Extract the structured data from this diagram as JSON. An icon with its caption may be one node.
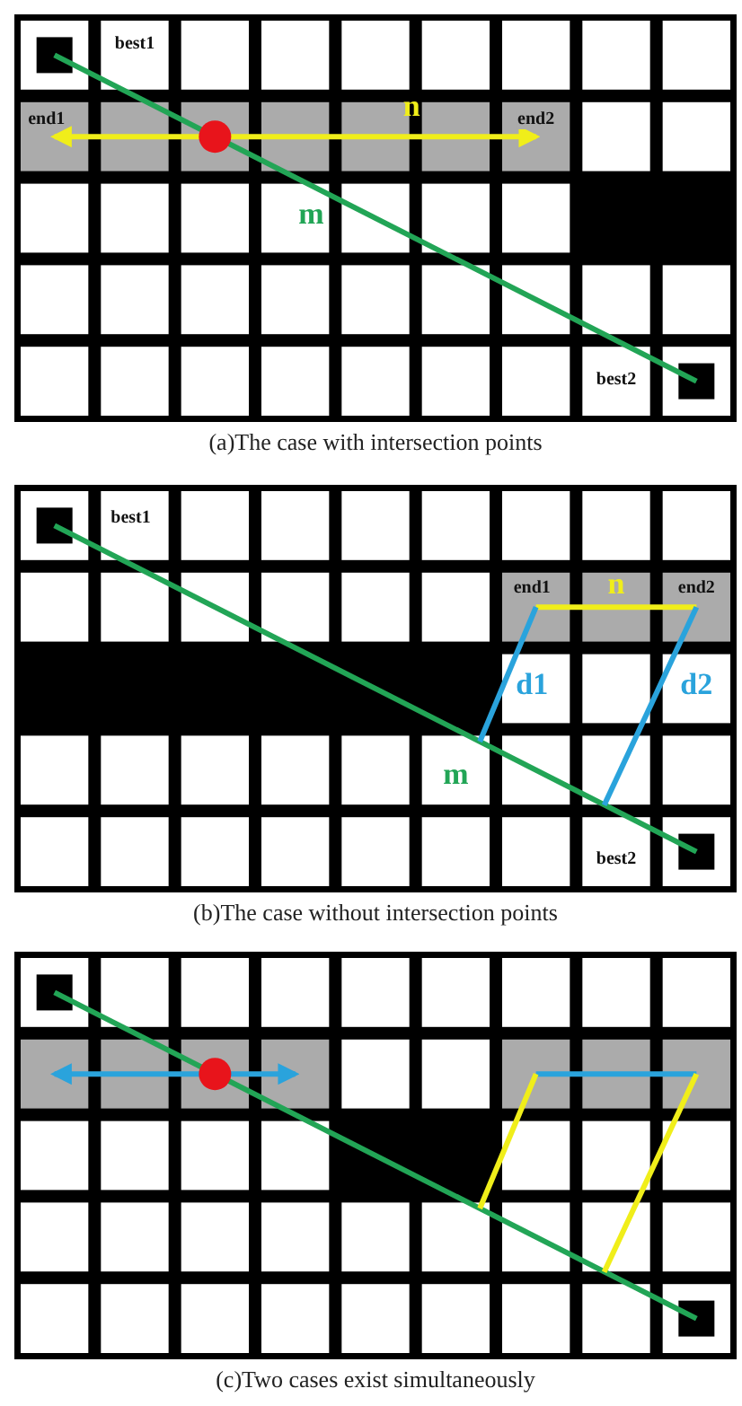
{
  "diagram": {
    "labels": [
      "best1",
      "end1",
      "n",
      "end2",
      "m",
      "best2",
      "(a)The case with intersection points",
      "best1",
      "end1",
      "n",
      "end2",
      "d1",
      "d2",
      "m",
      "best2",
      "(b)The case without intersection points",
      "(c)Two cases exist simultaneously"
    ]
  }
}
